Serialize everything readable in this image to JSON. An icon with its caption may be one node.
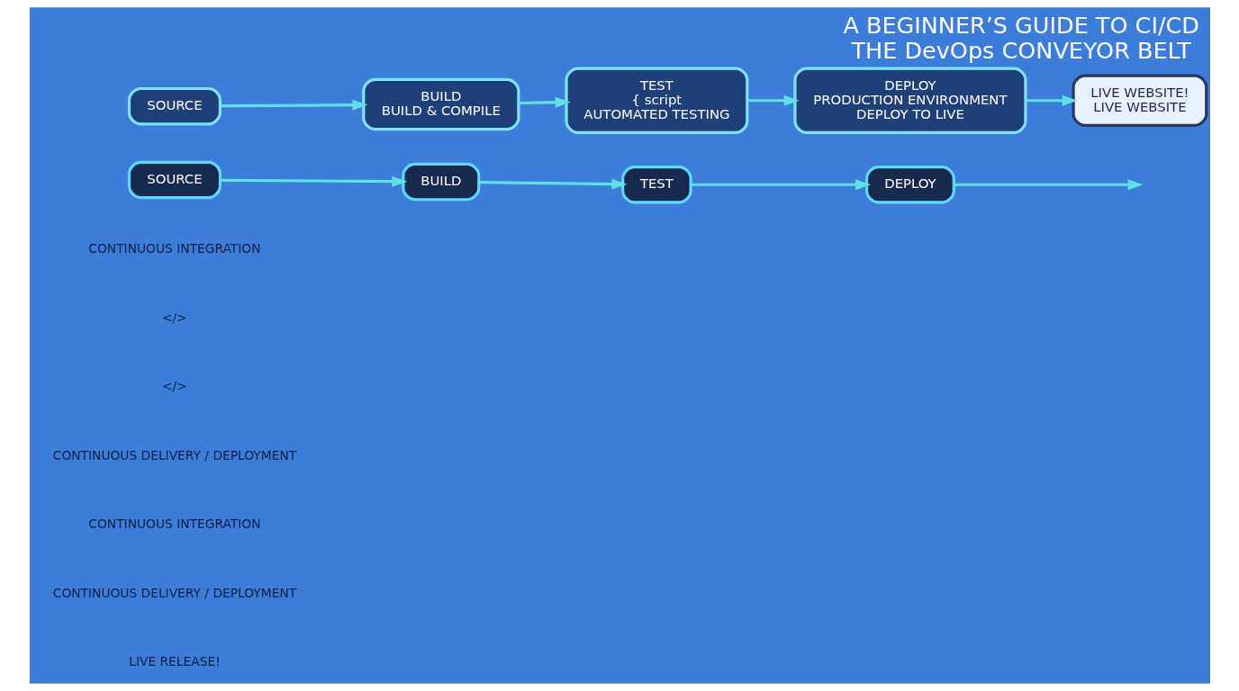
{
  "diagram": {
    "title": "A BEGINNER’S GUIDE TO CI/CD",
    "caption": "THE DevOps CONVEYOR BELT",
    "nodes": [
      {
        "text": [
          "SOURCE"
        ]
      },
      {
        "text": [
          "BUILD",
          "BUILD & COMPILE"
        ]
      },
      {
        "text": [
          "TEST",
          "{ script",
          "AUTOMATED TESTING"
        ]
      },
      {
        "text": [
          "DEPLOY",
          "PRODUCTION ENVIRONMENT",
          "DEPLOY TO LIVE"
        ]
      },
      {
        "text": [
          "LIVE WEBSITE!",
          "LIVE WEBSITE"
        ]
      },
      {
        "text": [
          "SOURCE"
        ]
      },
      {
        "text": [
          "BUILD"
        ]
      },
      {
        "text": [
          "TEST"
        ]
      },
      {
        "text": [
          "DEPLOY"
        ]
      }
    ],
    "edges": [
      {
        "from": 0,
        "to": 1,
        "arrow": "to"
      },
      {
        "from": 1,
        "to": 2,
        "arrow": "to"
      },
      {
        "from": 2,
        "to": 3,
        "arrow": "to"
      },
      {
        "from": 3,
        "to": 4,
        "arrow": "to"
      },
      {
        "from": 5,
        "to": 6,
        "arrow": "to"
      },
      {
        "from": 6,
        "to": 7,
        "arrow": "to"
      },
      {
        "from": 7,
        "to": 8,
        "arrow": "to"
      },
      {
        "from": 8,
        "to": null,
        "arrow": "to"
      }
    ],
    "labels": [
      "CONTINUOUS INTEGRATION",
      "</>",
      "</>",
      "CONTINUOUS DELIVERY / DEPLOYMENT",
      "CONTINUOUS INTEGRATION",
      "CONTINUOUS DELIVERY / DEPLOYMENT",
      "LIVE RELEASE!"
    ]
  }
}
